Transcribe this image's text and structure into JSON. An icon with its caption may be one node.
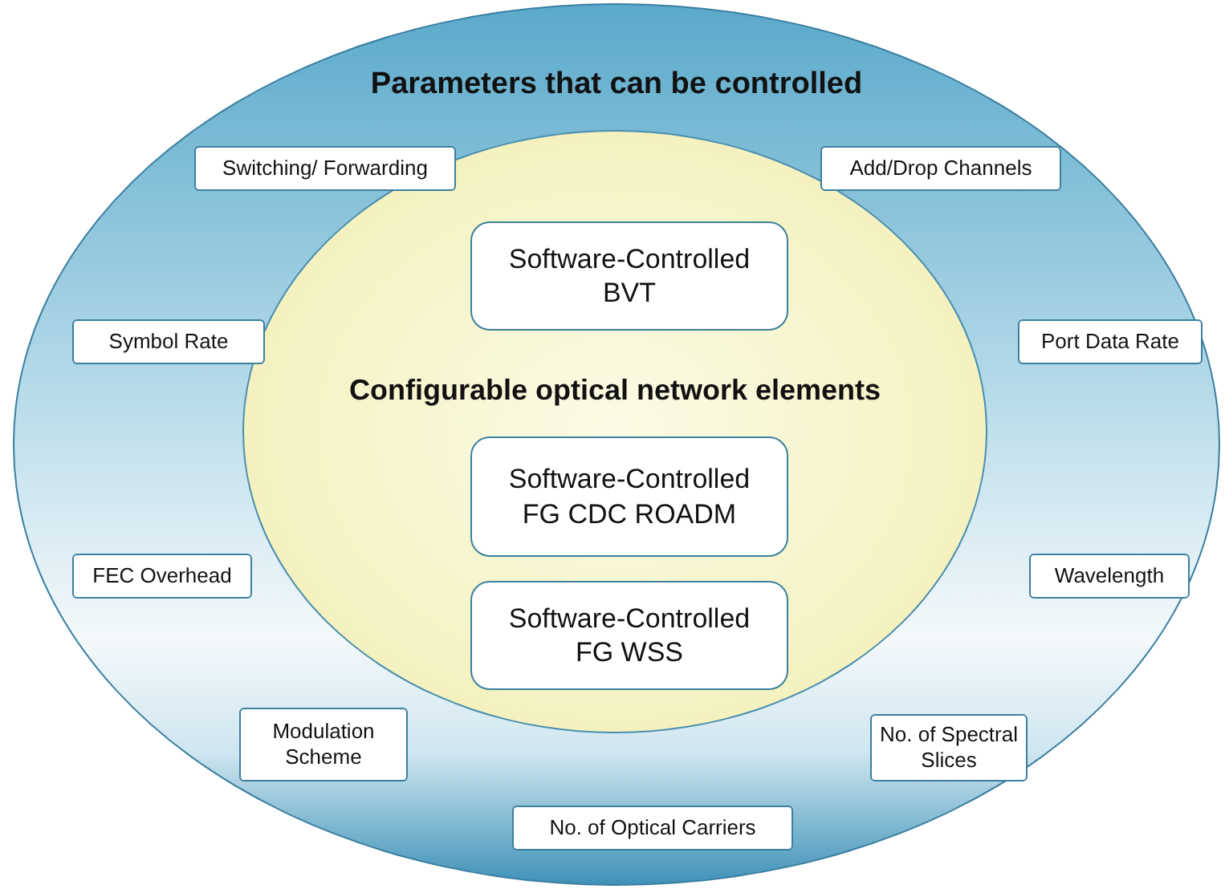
{
  "diagram": {
    "nodes": [
      {
        "text": [
          "Parameters that can be controlled"
        ]
      },
      {
        "text": [
          "Switching/ Forwarding"
        ],
        "in": 0
      },
      {
        "text": [
          "Add/Drop Channels"
        ],
        "in": 0
      },
      {
        "text": [
          "Configurable optical network elements"
        ],
        "in": 0
      },
      {
        "text": [
          "Software-Controlled BVT"
        ],
        "in": 3
      },
      {
        "text": [
          "Symbol Rate"
        ],
        "in": 0
      },
      {
        "text": [
          "Port Data Rate"
        ],
        "in": 0
      },
      {
        "text": [
          "Software-Controlled FG CDC ROADM"
        ],
        "in": 3
      },
      {
        "text": [
          "FEC Overhead"
        ],
        "in": 0
      },
      {
        "text": [
          "Wavelength"
        ],
        "in": 0
      },
      {
        "text": [
          "Software-Controlled FG WSS"
        ],
        "in": 3
      },
      {
        "text": [
          "Modulation Scheme"
        ],
        "in": 0
      },
      {
        "text": [
          "No. of Spectral Slices"
        ],
        "in": 0
      },
      {
        "text": [
          "No. of Optical Carriers"
        ],
        "in": 0
      }
    ]
  }
}
